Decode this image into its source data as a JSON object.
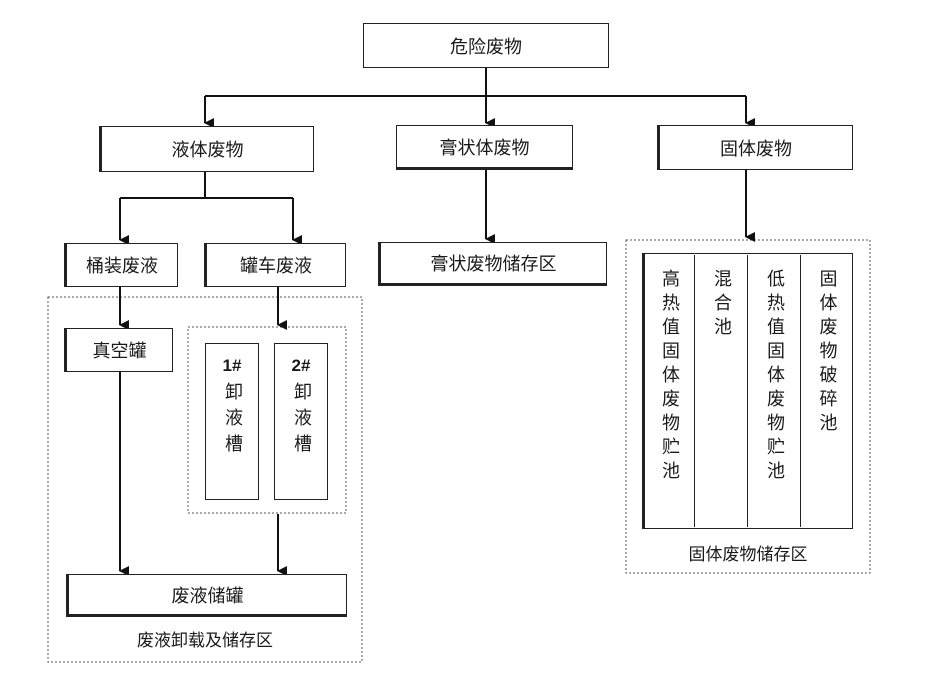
{
  "root": "危险废物",
  "categories": {
    "liquid": "液体废物",
    "paste": "膏状体废物",
    "solid": "固体废物"
  },
  "liquid": {
    "drum": "桶装废液",
    "tanker": "罐车废液",
    "vacuum_tank": "真空罐",
    "tank1_num": "1#",
    "tank1_text": "卸液槽",
    "tank2_num": "2#",
    "tank2_text": "卸液槽",
    "storage_tank": "废液储罐",
    "zone_label": "废液卸载及储存区"
  },
  "paste": {
    "storage": "膏状废物储存区"
  },
  "solid": {
    "pits": [
      "高热值固体废物贮池",
      "混合池",
      "低热值固体废物贮池",
      "固体废物破碎池"
    ],
    "zone_label": "固体废物储存区"
  }
}
